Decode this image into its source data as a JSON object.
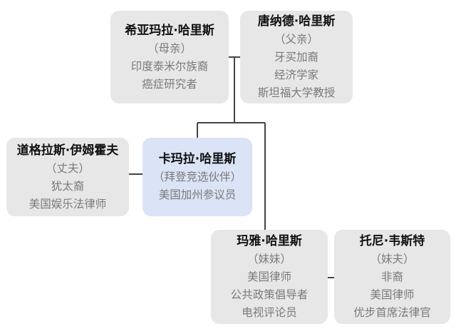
{
  "people": {
    "mother": {
      "name": "希亚玛拉·哈里斯",
      "lines": [
        "（母亲）",
        "印度泰米尔族裔",
        "癌症研究者"
      ]
    },
    "father": {
      "name": "唐纳德·哈里斯",
      "lines": [
        "（父亲）",
        "牙买加裔",
        "经济学家",
        "斯坦福大学教授"
      ]
    },
    "husband": {
      "name": "道格拉斯·伊姆霍夫",
      "lines": [
        "（丈夫）",
        "犹太裔",
        "美国娱乐法律师"
      ]
    },
    "kamala": {
      "name": "卡玛拉·哈里斯",
      "lines": [
        "（拜登竞选伙伴）",
        "美国加州参议员"
      ]
    },
    "sister": {
      "name": "玛雅·哈里斯",
      "lines": [
        "（妹妹）",
        "美国律师",
        "公共政策倡导者",
        "电视评论员"
      ]
    },
    "brother_in_law": {
      "name": "托尼·韦斯特",
      "lines": [
        "（妹夫）",
        "非裔",
        "美国律师",
        "优步首席法律官"
      ]
    }
  },
  "colors": {
    "card_background": "#e7e7e7",
    "highlight_background": "#dbe3f6",
    "connector": "#444444",
    "name_text": "#111111",
    "detail_text": "#7a7a7a"
  }
}
